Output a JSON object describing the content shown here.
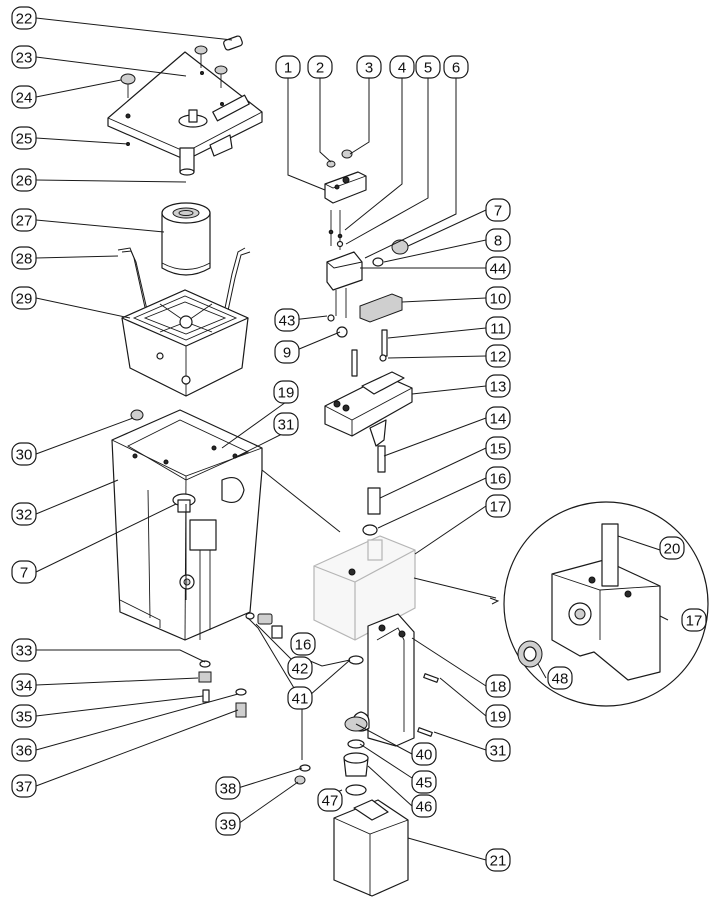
{
  "callouts": [
    "1",
    "2",
    "3",
    "4",
    "5",
    "6",
    "7",
    "8",
    "44",
    "10",
    "11",
    "12",
    "13",
    "14",
    "15",
    "16",
    "17",
    "20",
    "48",
    "17",
    "18",
    "19",
    "31",
    "40",
    "45",
    "46",
    "47",
    "21",
    "22",
    "23",
    "24",
    "25",
    "26",
    "27",
    "28",
    "29",
    "30",
    "32",
    "7",
    "33",
    "34",
    "35",
    "36",
    "37",
    "38",
    "39",
    "16",
    "42",
    "41",
    "19",
    "31",
    "43",
    "9"
  ],
  "colors": {
    "line": "#1a1a1a",
    "ghost": "#b5b5b5",
    "background": "#ffffff"
  }
}
